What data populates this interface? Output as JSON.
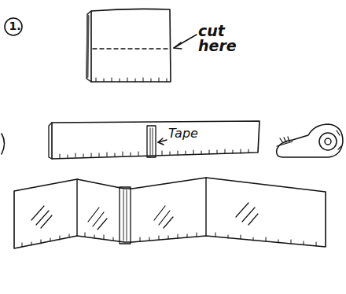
{
  "diagram": {
    "labels": [
      "1.",
      "cut here",
      "Tape"
    ]
  }
}
